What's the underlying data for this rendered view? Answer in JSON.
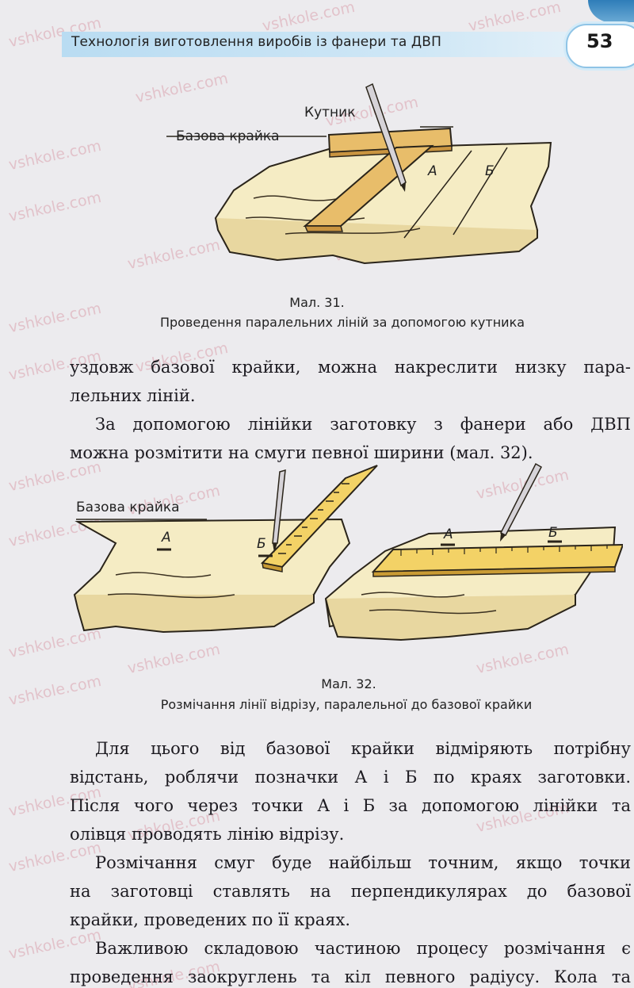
{
  "header": {
    "title": "Технологія виготовлення виробів із фанери та ДВП",
    "page_number": "53"
  },
  "figure31": {
    "label_corner": "Кутник",
    "label_edge": "Базова крайка",
    "point_a": "А",
    "point_b": "Б",
    "caption_number": "Мал. 31.",
    "caption_text": "Проведення паралельних ліній за допомогою кутника"
  },
  "paragraph1": {
    "lines": [
      "уздовж базової крайки, можна накреслити низку пара-",
      "лельних ліній."
    ]
  },
  "paragraph2": {
    "lines": [
      "За допомогою лінійки заготовку з фанери або ДВП",
      "можна розмітити на смуги певної ширини (мал. 32)."
    ]
  },
  "figure32": {
    "label_edge": "Базова крайка",
    "left_point_a": "А",
    "left_point_b": "Б",
    "right_point_a": "А",
    "right_point_b": "Б",
    "caption_number": "Мал. 32.",
    "caption_text": "Розмічання лінії відрізу, паралельної до базової крайки"
  },
  "paragraph3": {
    "lines": [
      "Для цього від базової крайки відміряють потрібну",
      "відстань, роблячи позначки А і Б по краях заготовки.",
      "Після чого через точки А і Б за допомогою лінійки та",
      "олівця проводять лінію відрізу."
    ]
  },
  "paragraph4": {
    "lines": [
      "Розмічання смуг буде найбільш точним, якщо точки",
      "на заготовці ставлять на перпендикулярах до базової",
      "крайки, проведених по її краях."
    ]
  },
  "paragraph5": {
    "lines": [
      "Важливою складовою частиною процесу розмічання є",
      "проведення заокруглень та кіл певного радіусу. Кола та"
    ]
  },
  "watermark": "vshkole.com",
  "colors": {
    "header_bar": "#b9dcf2",
    "board": "#f5ecc4",
    "wood_strip": "#e8bd6a",
    "ruler": "#f3d266",
    "text": "#1c1a20"
  }
}
